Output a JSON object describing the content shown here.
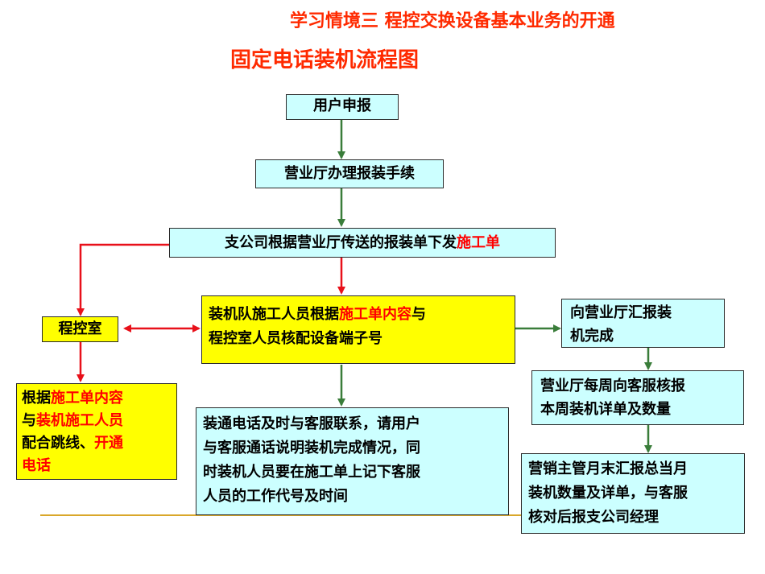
{
  "header": {
    "subtitle": "学习情境三 程控交换设备基本业务的开通",
    "title": "固定电话装机流程图"
  },
  "nodes": {
    "user_apply": "用户申报",
    "hall_process": "营业厅办理报装手续",
    "branch_issue": {
      "text": "支公司根据营业厅传送的报装单下发",
      "hl": "施工单"
    },
    "control_room": "程控室",
    "install_team": {
      "l1a": "装机队施工人员根据",
      "l1b": "施工单内容",
      "l1c": "与",
      "l2": "程控室人员核配设备端子号"
    },
    "report_hall": {
      "l1": "向营业厅汇报装",
      "l2": "机完成"
    },
    "jumper": {
      "l1a": "根据",
      "l1b": "施工单内容",
      "l2a": "与",
      "l2b": "装机施工人员",
      "l3a": "配合跳线、",
      "l3b": "开通",
      "l4": "电话"
    },
    "contact_service": {
      "l1": "装通电话及时与客服联系，请用户",
      "l2": "与客服通话说明装机完成情况，同",
      "l3": "时装机人员要在施工单上记下客服",
      "l4": "人员的工作代号及时间"
    },
    "weekly_report": {
      "l1": "营业厅每周向客服核报",
      "l2": "本周装机详单及数量"
    },
    "monthly_report": {
      "l1": "营销主管月末汇报总当月",
      "l2": "装机数量及详单，与客服",
      "l3": "核对后报支公司经理"
    }
  },
  "colors": {
    "title": "#ff2a00",
    "box_cyan": "#ccffff",
    "box_yellow": "#ffff00",
    "arrow_green": "#3a7d3a",
    "arrow_red": "#e8101a",
    "rule": "#d9a72a"
  }
}
